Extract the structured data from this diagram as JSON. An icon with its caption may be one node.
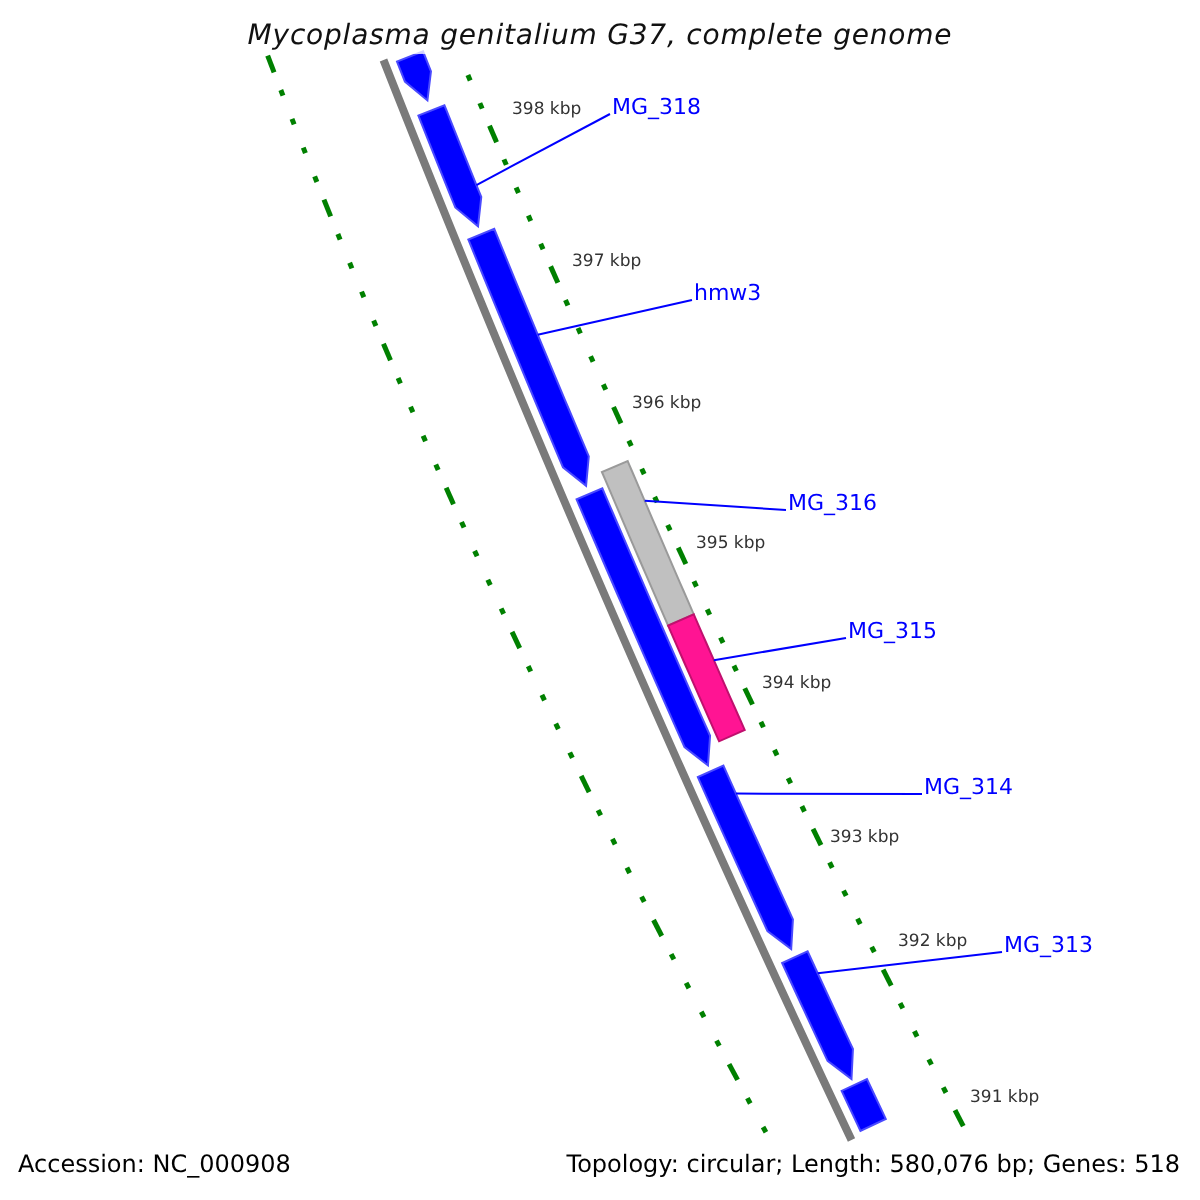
{
  "diagram": {
    "title": "Mycoplasma genitalium G37, complete genome",
    "nodes": [
      {
        "text": [
          "MG_318"
        ]
      },
      {
        "text": [
          "hmw3"
        ]
      },
      {
        "text": [
          "MG_316"
        ]
      },
      {
        "text": [
          "MG_315"
        ]
      },
      {
        "text": [
          "MG_314"
        ]
      },
      {
        "text": [
          "MG_313"
        ]
      },
      {
        "text": [],
        "shape": "arrow"
      },
      {
        "text": [],
        "shape": "arrow"
      },
      {
        "text": [],
        "shape": "arrow"
      },
      {
        "text": [],
        "shape": "bar"
      },
      {
        "text": [],
        "shape": "arrow"
      },
      {
        "text": [],
        "shape": "bar"
      },
      {
        "text": [],
        "shape": "arrow"
      },
      {
        "text": [],
        "shape": "arrow"
      },
      {
        "text": [],
        "shape": "arrow"
      }
    ],
    "edges": [
      {
        "from": 0,
        "to": 7,
        "arrow": "none"
      },
      {
        "from": 1,
        "to": 8,
        "arrow": "none"
      },
      {
        "from": 2,
        "to": 9,
        "arrow": "none"
      },
      {
        "from": 3,
        "to": 11,
        "arrow": "none"
      },
      {
        "from": 4,
        "to": 12,
        "arrow": "none"
      },
      {
        "from": 5,
        "to": 13,
        "arrow": "none"
      }
    ],
    "labels": [
      "398 kbp",
      "397 kbp",
      "396 kbp",
      "395 kbp",
      "394 kbp",
      "393 kbp",
      "392 kbp",
      "391 kbp",
      "Accession: NC_000908",
      "Topology: circular; Length: 580,076 bp; Genes: 518"
    ]
  }
}
